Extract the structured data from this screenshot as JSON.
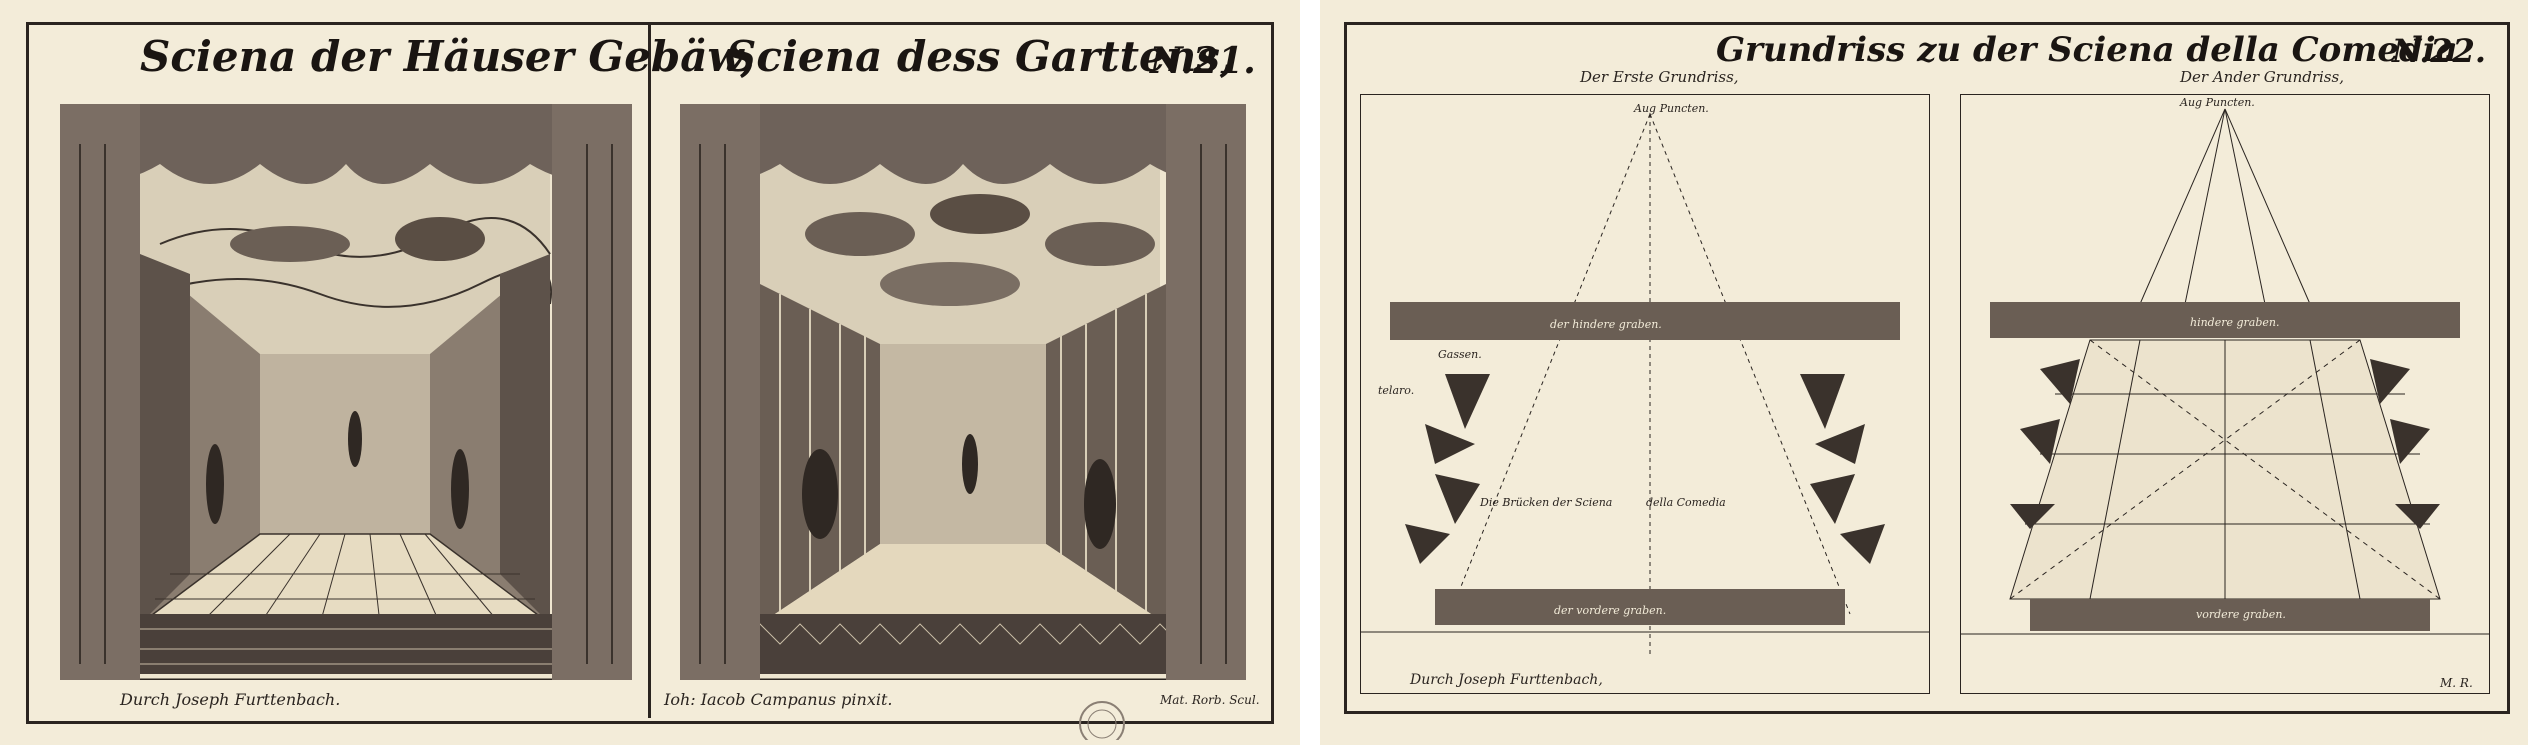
{
  "left_plate": {
    "title_houses": "Sciena der Häuser Gebäw,",
    "title_garden": "Sciena dess Garttens,",
    "plate_number": "N.21.",
    "credit_furttenbach": "Durch Joseph Furttenbach.",
    "credit_campanus": "Ioh: Iacob Campanus pinxit.",
    "credit_engraver": "Mat. Rorb. Scul."
  },
  "right_plate": {
    "title": "Grundriss zu der Sciena della Comedia",
    "plate_number": "N.22.",
    "first_plan": "Der Erste Grundriss,",
    "second_plan": "Der Ander Grundriss,",
    "eye_point": "Aug Puncten.",
    "eye_point_2": "Aug Puncten.",
    "rear_trench": "der hindere graben.",
    "rear_trench_2": "hindere graben.",
    "front_trench": "der vordere graben.",
    "front_trench_2": "vordere graben.",
    "bridge_label": "Die Brücken der Sciena",
    "comedia_label": "della Comedia",
    "gassen": "Gassen.",
    "telaro": "telaro.",
    "credit": "Durch Joseph Furttenbach,",
    "mark": "M. R."
  }
}
